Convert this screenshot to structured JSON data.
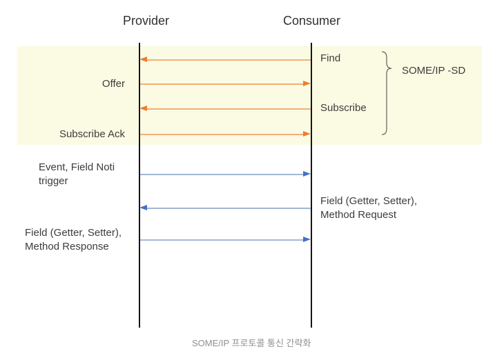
{
  "header": {
    "provider": "Provider",
    "consumer": "Consumer"
  },
  "sd_group": {
    "label": "SOME/IP -SD"
  },
  "messages": [
    {
      "label": "Find",
      "from": "Consumer",
      "to": "Provider",
      "phase": "sd",
      "color": "#ED7D31"
    },
    {
      "label": "Offer",
      "from": "Provider",
      "to": "Consumer",
      "phase": "sd",
      "color": "#ED7D31"
    },
    {
      "label": "Subscribe",
      "from": "Consumer",
      "to": "Provider",
      "phase": "sd",
      "color": "#ED7D31"
    },
    {
      "label": "Subscribe Ack",
      "from": "Provider",
      "to": "Consumer",
      "phase": "sd",
      "color": "#ED7D31"
    },
    {
      "label": "Event, Field Noti\ntrigger",
      "from": "Provider",
      "to": "Consumer",
      "phase": "runtime",
      "color": "#4472C4"
    },
    {
      "label": "Field (Getter, Setter),\nMethod Request",
      "from": "Consumer",
      "to": "Provider",
      "phase": "runtime",
      "color": "#4472C4"
    },
    {
      "label": "Field (Getter, Setter),\nMethod Response",
      "from": "Provider",
      "to": "Consumer",
      "phase": "runtime",
      "color": "#4472C4"
    }
  ],
  "caption": "SOME/IP 프로토콜 통신 간략화",
  "colors": {
    "sd_band_background": "#FBFBE3",
    "orange_arrow_line": "#F3AE77",
    "orange_arrow_head": "#ED7D31",
    "blue_arrow_line": "#A4B6D6",
    "blue_arrow_head": "#4472C4",
    "lifeline": "#141414",
    "caption_text": "#8F8F8F"
  }
}
